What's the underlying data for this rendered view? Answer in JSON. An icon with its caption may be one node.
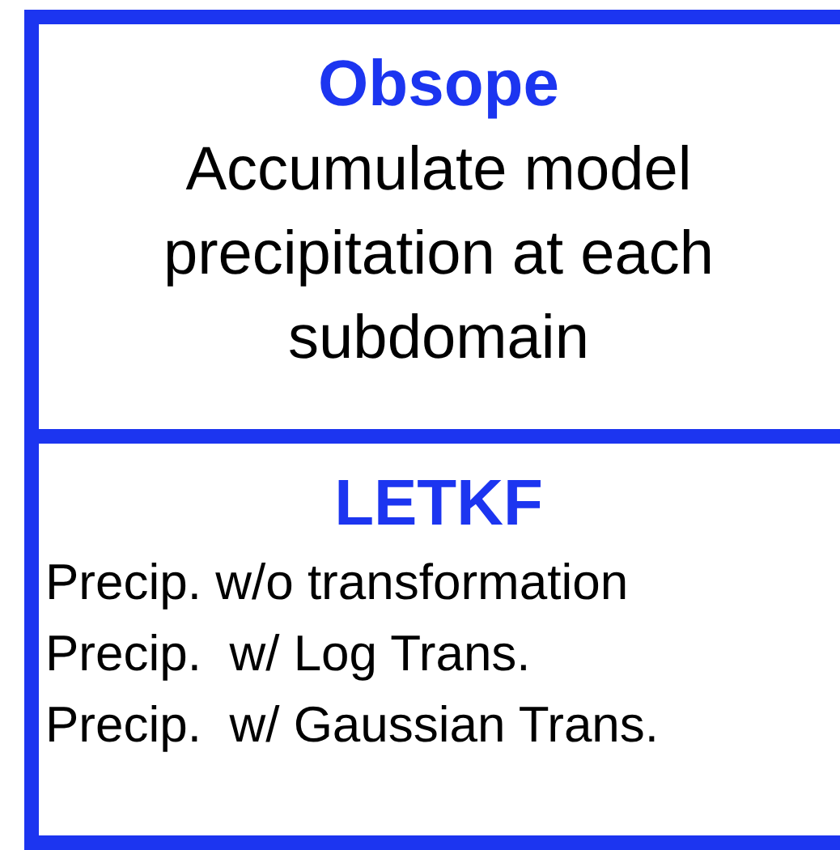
{
  "diagram": {
    "nodes": [
      {
        "text": [
          "Obsope",
          "Accumulate model precipitation at each subdomain"
        ]
      },
      {
        "text": [
          "LETKF",
          "Precip. w/o transformation",
          "Precip.  w/ Log Trans.",
          "Precip.  w/ Gaussian Trans."
        ]
      }
    ]
  }
}
